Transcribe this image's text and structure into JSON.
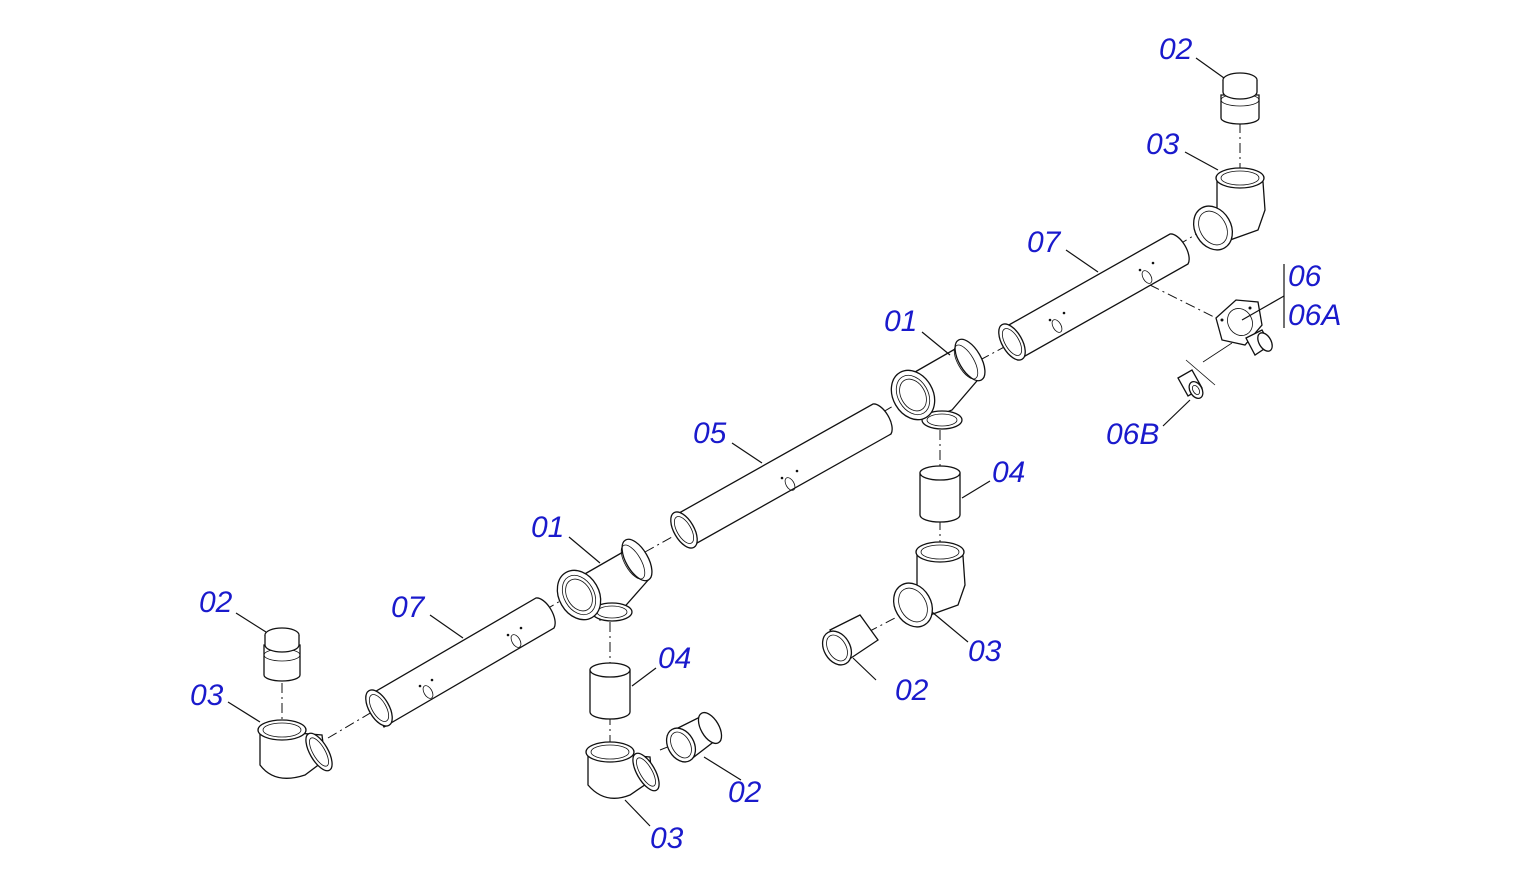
{
  "labels": {
    "c01a": "01",
    "c01b": "01",
    "c02a": "02",
    "c02b": "02",
    "c02c": "02",
    "c02d": "02",
    "c03a": "03",
    "c03b": "03",
    "c03c": "03",
    "c03d": "03",
    "c04a": "04",
    "c04b": "04",
    "c05": "05",
    "c06": "06",
    "c06a": "06A",
    "c06b": "06B",
    "c07a": "07",
    "c07b": "07"
  },
  "colors": {
    "label": "#1a1acc",
    "line": "#111111",
    "background": "#ffffff"
  }
}
